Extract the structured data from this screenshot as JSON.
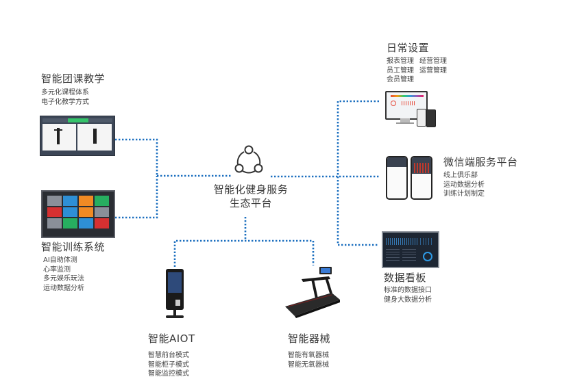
{
  "center": {
    "icon": "share-network-icon",
    "title_line1": "智能化健身服务",
    "title_line2": "生态平台"
  },
  "nodes": {
    "group_class": {
      "title": "智能团课教学",
      "items": [
        "多元化课程体系",
        "电子化教学方式"
      ],
      "image": "group-class-screen"
    },
    "training_system": {
      "title": "智能训练系统",
      "items": [
        "AI自助体测",
        "心率监测",
        "多元娱乐玩法",
        "运动数据分析"
      ],
      "image": "training-dashboard-screen"
    },
    "daily_settings": {
      "title": "日常设置",
      "items": [
        "报表管理",
        "经营管理",
        "员工管理",
        "运营管理",
        "会员管理"
      ],
      "image": "desktop-and-phones"
    },
    "wechat_platform": {
      "title": "微信端服务平台",
      "items": [
        "线上俱乐部",
        "运动数据分析",
        "训练计划制定"
      ],
      "image": "two-phones"
    },
    "data_board": {
      "title": "数据看板",
      "items": [
        "标准的数据接口",
        "健身大数据分析"
      ],
      "image": "data-dashboard-screen"
    },
    "aiot": {
      "title": "智能AIOT",
      "items": [
        "智慧前台模式",
        "智能柜子模式",
        "智能监控模式"
      ],
      "image": "kiosk-terminal"
    },
    "equipment": {
      "title": "智能器械",
      "items": [
        "智能有氧器械",
        "智能无氧器械"
      ],
      "image": "treadmill"
    }
  },
  "colors": {
    "connector": "#1b6fbf",
    "text": "#3a3a3a"
  }
}
